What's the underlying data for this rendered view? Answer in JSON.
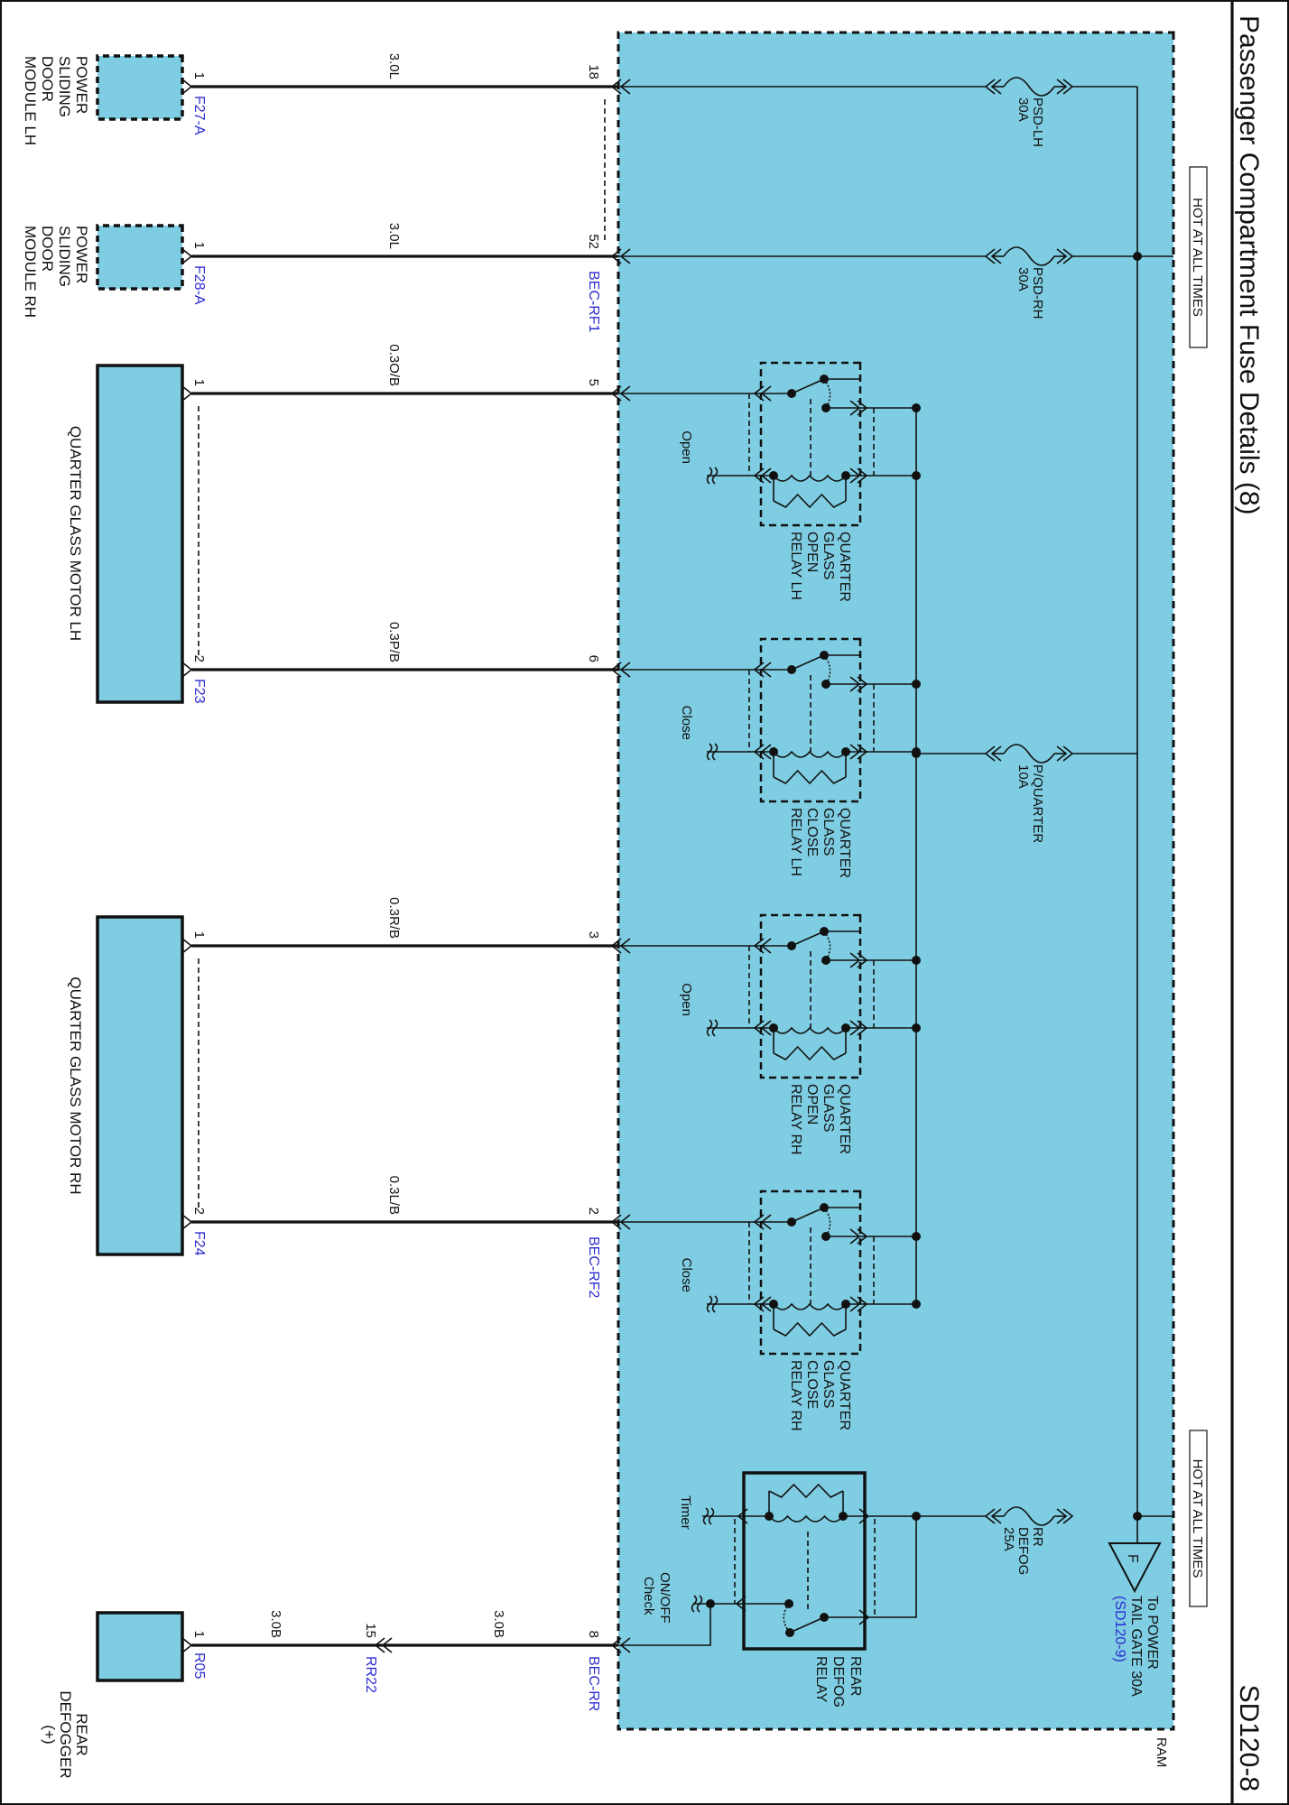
{
  "header": {
    "title": "Passenger Compartment Fuse Details (8)",
    "page_code": "SD120-8"
  },
  "box_label": "RAM",
  "hot_labels": [
    "HOT AT ALL TIMES",
    "HOT AT ALL TIMES"
  ],
  "fuses": [
    {
      "lines": [
        "PSD-LH"
      ],
      "rating": "30A"
    },
    {
      "lines": [
        "PSD-RH"
      ],
      "rating": "30A"
    },
    {
      "lines": [
        "P/QUARTER"
      ],
      "rating": "10A"
    },
    {
      "lines": [
        "RR",
        "DEFOG"
      ],
      "rating": "25A"
    }
  ],
  "circuits": [
    {
      "wire": "3.0L",
      "box_pin": "18",
      "box_connector": "",
      "comp_pin": "1",
      "comp_connector": "F27-A"
    },
    {
      "wire": "3.0L",
      "box_pin": "52",
      "box_connector": "BEC-RF1",
      "comp_pin": "1",
      "comp_connector": "F28-A"
    },
    {
      "wire": "0.3O/B",
      "box_pin": "5",
      "box_connector": "",
      "comp_pin": "1",
      "comp_connector": ""
    },
    {
      "wire": "0.3P/B",
      "box_pin": "6",
      "box_connector": "",
      "comp_pin": "2",
      "comp_connector": "F23"
    },
    {
      "wire": "0.3R/B",
      "box_pin": "3",
      "box_connector": "",
      "comp_pin": "1",
      "comp_connector": ""
    },
    {
      "wire": "0.3L/B",
      "box_pin": "2",
      "box_connector": "BEC-RF2",
      "comp_pin": "2",
      "comp_connector": "F24"
    }
  ],
  "defog_circuit": {
    "box_pin": "8",
    "box_connector": "BEC-RR",
    "wire_inner": "3.0B",
    "inline_pin": "15",
    "inline_connector": "RR22",
    "wire_outer": "3.0B",
    "comp_pin": "1",
    "comp_connector": "R05"
  },
  "components": [
    {
      "lines": [
        "POWER",
        "SLIDING",
        "DOOR",
        "MODULE LH"
      ]
    },
    {
      "lines": [
        "POWER",
        "SLIDING",
        "DOOR",
        "MODULE RH"
      ]
    },
    {
      "lines": [
        "QUARTER GLASS MOTOR LH"
      ]
    },
    {
      "lines": [
        "QUARTER GLASS MOTOR RH"
      ]
    },
    {
      "lines": [
        "REAR",
        "DEFOGGER",
        "(+)"
      ]
    }
  ],
  "relays": [
    {
      "lines": [
        "QUARTER",
        "GLASS",
        "OPEN",
        "RELAY LH"
      ],
      "control": "Open"
    },
    {
      "lines": [
        "QUARTER",
        "GLASS",
        "CLOSE",
        "RELAY LH"
      ],
      "control": "Close"
    },
    {
      "lines": [
        "QUARTER",
        "GLASS",
        "OPEN",
        "RELAY RH"
      ],
      "control": "Open"
    },
    {
      "lines": [
        "QUARTER",
        "GLASS",
        "CLOSE",
        "RELAY RH"
      ],
      "control": "Close"
    }
  ],
  "defog_relay": {
    "lines": [
      "REAR",
      "DEFOG",
      "RELAY"
    ],
    "timer": "Timer",
    "check": [
      "ON/OFF",
      "Check"
    ]
  },
  "offpage": {
    "symbol": "F",
    "lines": [
      "To POWER",
      "TAIL GATE 30A"
    ],
    "ref": "(SD120-9)"
  },
  "colors": {
    "module_fill": "#7fcde2",
    "connector_text": "#2b2bd0",
    "line": "#111111"
  }
}
